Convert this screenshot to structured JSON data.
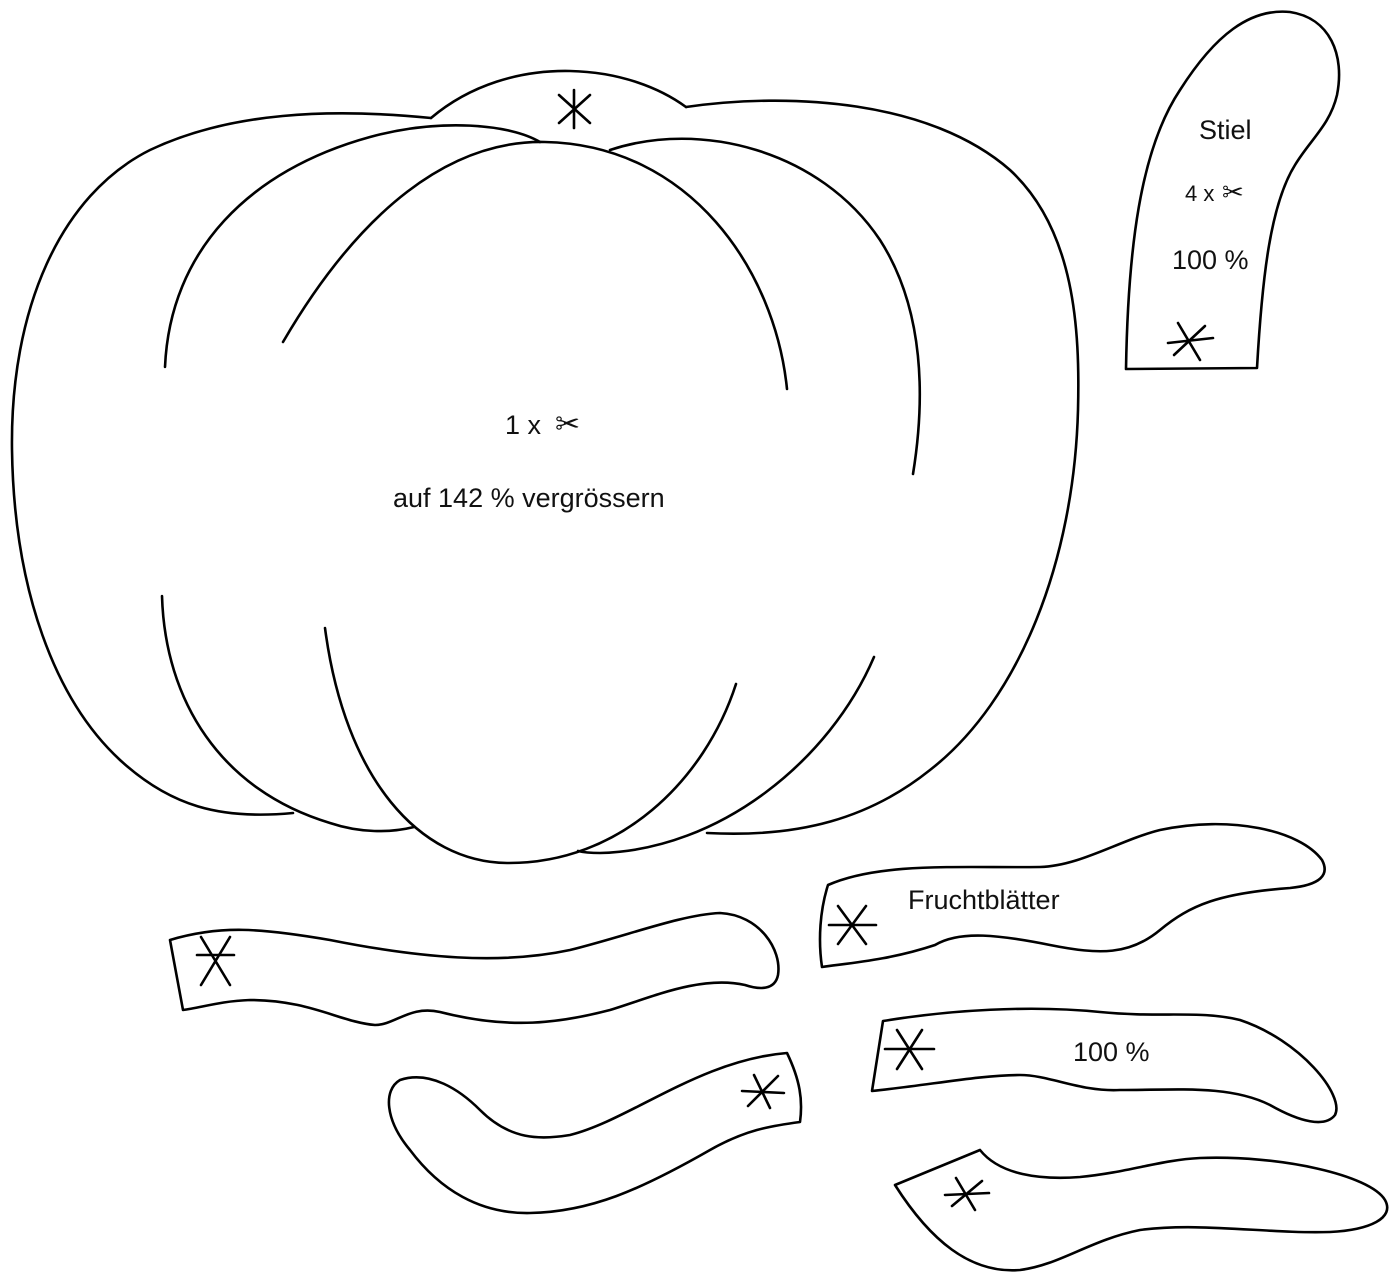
{
  "pumpkin": {
    "count_text": "1 x",
    "scissors_icon": "scissors-icon",
    "scissors_glyph": "✂",
    "enlarge_text": "auf 142 % vergrössern"
  },
  "stem": {
    "title": "Stiel",
    "count_text": "4 x",
    "scissors_glyph": "✂",
    "scale_text": "100 %"
  },
  "leaves": {
    "title": "Fruchtblätter",
    "scale_text": "100 %"
  },
  "colors": {
    "line": "#000000",
    "background": "#ffffff"
  }
}
